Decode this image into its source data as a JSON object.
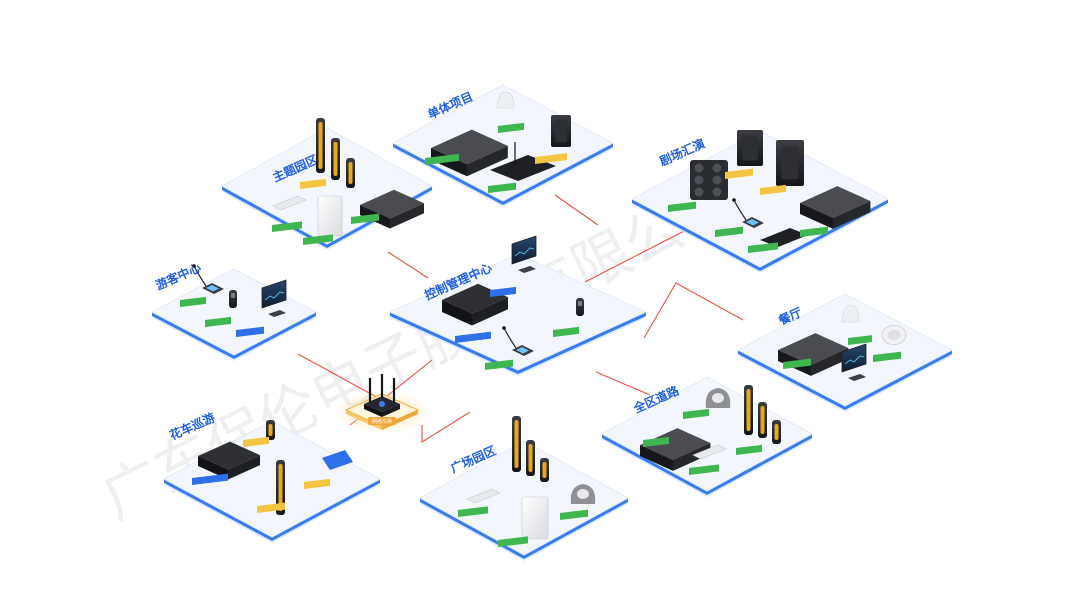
{
  "watermark": "广东保伦电子股份有限公司",
  "colors": {
    "platform_top": "#f3f7fd",
    "platform_edge": "#3a7bf0",
    "platform_shadow": "#d8e6fb",
    "link": "#e8524a",
    "tag_green": "#3fb650",
    "tag_blue": "#2f6fe8",
    "tag_yellow": "#f4c542",
    "router_glow": "#ffd27a"
  },
  "zones": [
    {
      "id": "zhuti",
      "title": "主题园区"
    },
    {
      "id": "danti",
      "title": "单体项目"
    },
    {
      "id": "juchang",
      "title": "剧场汇演"
    },
    {
      "id": "youke",
      "title": "游客中心"
    },
    {
      "id": "kongzhi",
      "title": "控制管理中心"
    },
    {
      "id": "canting",
      "title": "餐厅"
    },
    {
      "id": "quanqu",
      "title": "全区道路"
    },
    {
      "id": "huache",
      "title": "花车巡游"
    },
    {
      "id": "guangchang",
      "title": "广场园区"
    }
  ],
  "router": {
    "label": "网络交换"
  }
}
